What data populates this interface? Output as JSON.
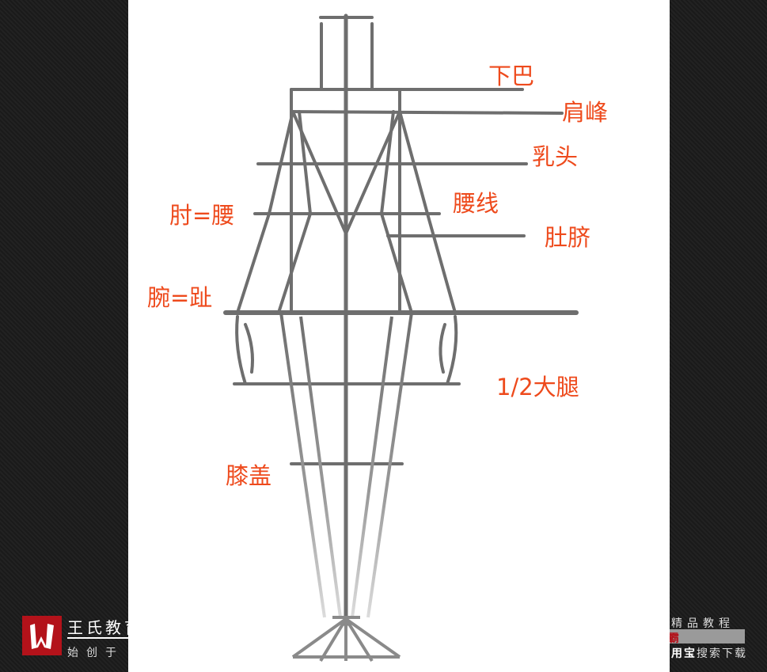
{
  "labels": {
    "chin": "下巴",
    "shoulder_peak": "肩峰",
    "nipple": "乳头",
    "waistline": "腰线",
    "elbow_eq_waist": "肘=腰",
    "navel": "肚脐",
    "wrist_eq_crotch": "腕=趾",
    "half_thigh": "1/2大腿",
    "knee": "膝盖"
  },
  "watermark_left": {
    "title": "王氏教育",
    "subtitle": "始创于"
  },
  "watermark_right": {
    "line1": "精品教程",
    "line2": "绘学霸",
    "line3_bold": "用宝",
    "line3": "搜索下载"
  },
  "colors": {
    "label": "#ee4a1c",
    "stroke": "#6e6e6e",
    "brand": "#b3121a"
  }
}
